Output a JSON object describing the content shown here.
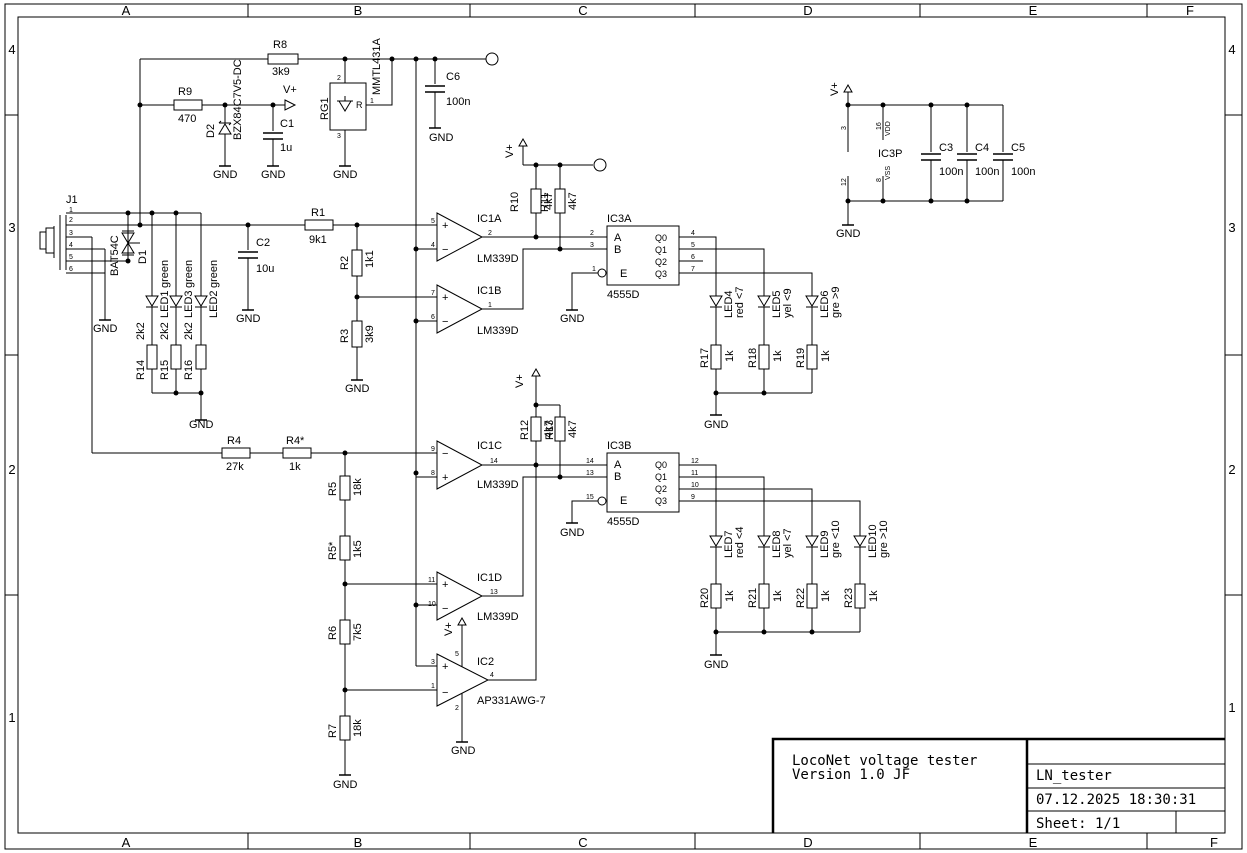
{
  "frame": {
    "columns": [
      "A",
      "B",
      "C",
      "D",
      "E",
      "F"
    ],
    "rows": [
      "4",
      "3",
      "2",
      "1"
    ]
  },
  "title_block": {
    "description_line1": "LocoNet voltage tester",
    "description_line2": "Version 1.0 JF",
    "drawing_name": "LN_tester",
    "datetime": "07.12.2025 18:30:31",
    "sheet": "Sheet: 1/1"
  },
  "components": {
    "J1": "J1",
    "R1": {
      "ref": "R1",
      "value": "9k1"
    },
    "R2": {
      "ref": "R2",
      "value": "1k1"
    },
    "R3": {
      "ref": "R3",
      "value": "3k9"
    },
    "R4": {
      "ref": "R4",
      "value": "27k"
    },
    "R4s": {
      "ref": "R4*",
      "value": "1k"
    },
    "R5": {
      "ref": "R5",
      "value": "18k"
    },
    "R5s": {
      "ref": "R5*",
      "value": "1k5"
    },
    "R6": {
      "ref": "R6",
      "value": "7k5"
    },
    "R7": {
      "ref": "R7",
      "value": "18k"
    },
    "R8": {
      "ref": "R8",
      "value": "3k9"
    },
    "R9": {
      "ref": "R9",
      "value": "470"
    },
    "R10": {
      "ref": "R10",
      "value": "4k7"
    },
    "R11": {
      "ref": "R11",
      "value": "4k7"
    },
    "R12": {
      "ref": "R12",
      "value": "4k7"
    },
    "R13": {
      "ref": "R13",
      "value": "4k7"
    },
    "R14": {
      "ref": "R14",
      "value": "2k2"
    },
    "R15": {
      "ref": "R15",
      "value": "2k2"
    },
    "R16": {
      "ref": "R16",
      "value": "2k2"
    },
    "R17": {
      "ref": "R17",
      "value": "1k"
    },
    "R18": {
      "ref": "R18",
      "value": "1k"
    },
    "R19": {
      "ref": "R19",
      "value": "1k"
    },
    "R20": {
      "ref": "R20",
      "value": "1k"
    },
    "R21": {
      "ref": "R21",
      "value": "1k"
    },
    "R22": {
      "ref": "R22",
      "value": "1k"
    },
    "R23": {
      "ref": "R23",
      "value": "1k"
    },
    "C1": {
      "ref": "C1",
      "value": "1u"
    },
    "C2": {
      "ref": "C2",
      "value": "10u"
    },
    "C3": {
      "ref": "C3",
      "value": "100n"
    },
    "C4": {
      "ref": "C4",
      "value": "100n"
    },
    "C5": {
      "ref": "C5",
      "value": "100n"
    },
    "C6": {
      "ref": "C6",
      "value": "100n"
    },
    "D1": {
      "ref": "D1",
      "value": "BAT54C"
    },
    "D2": {
      "ref": "D2",
      "value": "BZX84C7V5-DC"
    },
    "RG1": {
      "ref": "RG1",
      "value": "MMTL431A"
    },
    "IC1A": {
      "ref": "IC1A",
      "value": "LM339D"
    },
    "IC1B": {
      "ref": "IC1B",
      "value": "LM339D"
    },
    "IC1C": {
      "ref": "IC1C",
      "value": "LM339D"
    },
    "IC1D": {
      "ref": "IC1D",
      "value": "LM339D"
    },
    "IC2": {
      "ref": "IC2",
      "value": "AP331AWG-7"
    },
    "IC3A": {
      "ref": "IC3A",
      "value": "4555D"
    },
    "IC3B": {
      "ref": "IC3B",
      "value": "4555D"
    },
    "IC3P": {
      "ref": "IC3P",
      "vdd": "VDD",
      "vss": "VSS"
    },
    "LED1": {
      "ref": "LED1",
      "value": "green"
    },
    "LED2": {
      "ref": "LED2",
      "value": "green"
    },
    "LED3": {
      "ref": "LED3",
      "value": "green"
    },
    "LED4": {
      "ref": "LED4",
      "value": "red <7"
    },
    "LED5": {
      "ref": "LED5",
      "value": "yel <9"
    },
    "LED6": {
      "ref": "LED6",
      "value": "gre >9"
    },
    "LED7": {
      "ref": "LED7",
      "value": "red <4"
    },
    "LED8": {
      "ref": "LED8",
      "value": "yel <7"
    },
    "LED9": {
      "ref": "LED9",
      "value": "gre <10"
    },
    "LED10": {
      "ref": "LED10",
      "value": "gre >10"
    }
  },
  "nets": {
    "gnd": "GND",
    "vplus": "V+"
  },
  "pins": {
    "j1": [
      "1",
      "2",
      "3",
      "4",
      "5",
      "6"
    ],
    "ic3a_in": [
      "2",
      "3",
      "1"
    ],
    "ic3a_out": [
      "4",
      "5",
      "6",
      "7"
    ],
    "ic3b_in": [
      "14",
      "13",
      "15"
    ],
    "ic3b_out": [
      "12",
      "11",
      "10",
      "9"
    ],
    "dec_inputs": [
      "A",
      "B",
      "E"
    ],
    "dec_outputs": [
      "Q0",
      "Q1",
      "Q2",
      "Q3"
    ],
    "ic1a": [
      "5",
      "4",
      "2"
    ],
    "ic1b": [
      "7",
      "6",
      "1"
    ],
    "ic1c": [
      "9",
      "8",
      "14"
    ],
    "ic1d": [
      "11",
      "10",
      "13"
    ],
    "ic2": [
      "3",
      "1",
      "4",
      "5",
      "2"
    ],
    "ic3p": [
      "3",
      "16",
      "12",
      "8"
    ],
    "rg1": [
      "2",
      "3",
      "1",
      "R"
    ]
  }
}
